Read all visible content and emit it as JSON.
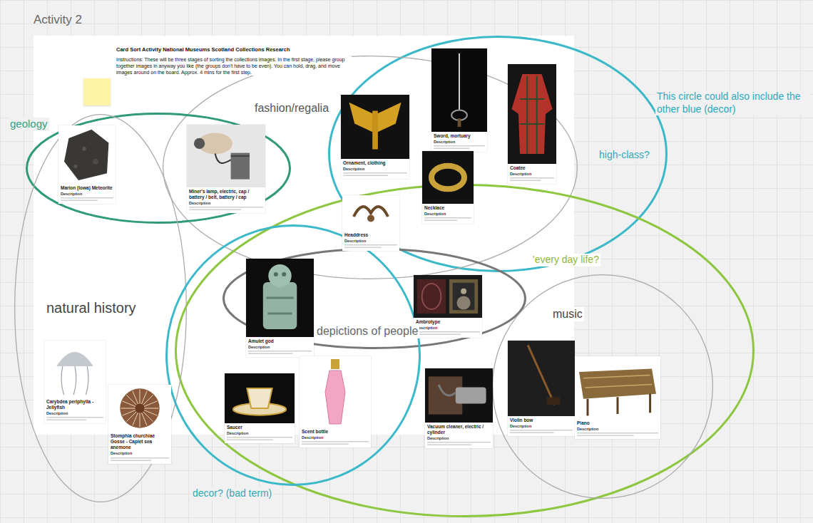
{
  "diagram": {
    "title": "Activity 2",
    "nodes": [
      {
        "text": [
          "Card Sort Activity National Museums Scotland Collections Research",
          "Instructions: These will be three stages of sorting the collections images. In the first stage, please group together images in anyway you like (the groups don't have to be even). You can hold, drag, and move images around on the board. Approx. 4 mins for the first step."
        ]
      },
      {
        "text": [
          "high-class?",
          "This circle could also include the other blue (decor)"
        ]
      },
      {
        "text": [
          "fashion/regalia"
        ]
      },
      {
        "text": [
          "geology"
        ]
      },
      {
        "text": [
          "Marion (Iowa) Meteorite",
          "Description"
        ]
      },
      {
        "text": [
          "Miner's lamp, electric, cap / battery / belt, battery / cap",
          "Description"
        ]
      },
      {
        "text": [
          "Ornament, clothing",
          "Description"
        ]
      },
      {
        "text": [
          "Sword, mortuary",
          "Description"
        ]
      },
      {
        "text": [
          "Coatee",
          "Description"
        ]
      },
      {
        "text": [
          "Necklace",
          "Description"
        ]
      },
      {
        "text": [
          "Headdress",
          "Description"
        ]
      },
      {
        "text": [
          "'every day life?"
        ]
      },
      {
        "text": [
          "natural history"
        ]
      },
      {
        "text": [
          "depictions of people"
        ]
      },
      {
        "text": [
          "music"
        ]
      },
      {
        "text": [
          "Amulet god",
          "Description"
        ]
      },
      {
        "text": [
          "Ambrotype",
          "Description"
        ]
      },
      {
        "text": [
          "Carybdea periphylla - Jellyfish",
          "Description"
        ]
      },
      {
        "text": [
          "Stomphia churchiae Gosse - Caplet sea anemone",
          "Description"
        ]
      },
      {
        "text": [
          "Saucer",
          "Description"
        ]
      },
      {
        "text": [
          "Scent bottle",
          "Description"
        ]
      },
      {
        "text": [
          "Vacuum cleaner, electric / cylinder",
          "Description"
        ]
      },
      {
        "text": [
          "Violin bow",
          "Description"
        ]
      },
      {
        "text": [
          "Piano",
          "Description"
        ]
      },
      {
        "text": [
          "decor? (bad term)"
        ]
      }
    ]
  }
}
